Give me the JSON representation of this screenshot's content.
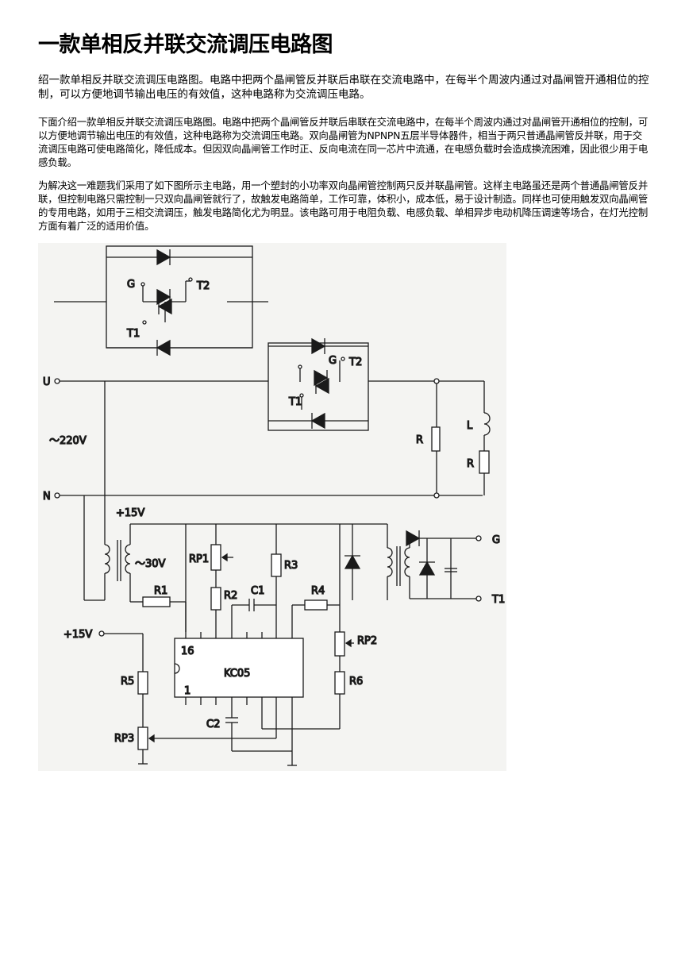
{
  "title": "一款单相反并联交流调压电路图",
  "paragraphs": [
    "绍一款单相反并联交流调压电路图。电路中把两个晶闸管反并联后串联在交流电路中，在每半个周波内通过对晶闸管开通相位的控制，可以方便地调节输出电压的有效值，这种电路称为交流调压电路。",
    "下面介绍一款单相反并联交流调压电路图。电路中把两个晶闸管反并联后串联在交流电路中，在每半个周波内通过对晶闸管开通相位的控制，可以方便地调节输出电压的有效值，这种电路称为交流调压电路。双向晶闸管为NPNPN五层半导体器件，相当于两只普通晶闸管反并联，用于交流调压电路可使电路简化，降低成本。但因双向晶闸管工作时正、反向电流在同一芯片中流通，在电感负载时会造成换流困难，因此很少用于电感负载。",
    "为解决这一难题我们采用了如下图所示主电路，用一个塑封的小功率双向晶闸管控制两只反并联晶闸管。这样主电路虽还是两个普通晶闸管反并联，但控制电路只需控制一只双向晶闸管就行了，故触发电路简单，工作可靠，体积小，成本低，易于设计制造。同样也可使用触发双向晶闸管的专用电路，如用于三相交流调压，触发电路简化尤为明显。该电路可用于电阻负载、电感负载、单相异步电动机降压调速等场合，在灯光控制方面有着广泛的适用价值。"
  ],
  "diagram_labels": {
    "g_top": "G",
    "t2_top": "T2",
    "t1_top": "T1",
    "g_mid": "G",
    "t2_mid": "T2",
    "t1_mid": "T1",
    "u": "U",
    "n": "N",
    "ac": "～220V",
    "r_left": "R",
    "l": "L",
    "r_right": "R",
    "vcc1": "+15V",
    "v30": "～30V",
    "rp1": "RP1",
    "r3": "R3",
    "r1": "R1",
    "r2": "R2",
    "c1": "C1",
    "r4": "R4",
    "g_out": "G",
    "t1_out": "T1",
    "vcc2": "+15V",
    "rp2": "RP2",
    "r5": "R5",
    "r6": "R6",
    "pin16": "16",
    "pin1": "1",
    "ic": "KC05",
    "c2": "C2",
    "rp3": "RP3"
  }
}
